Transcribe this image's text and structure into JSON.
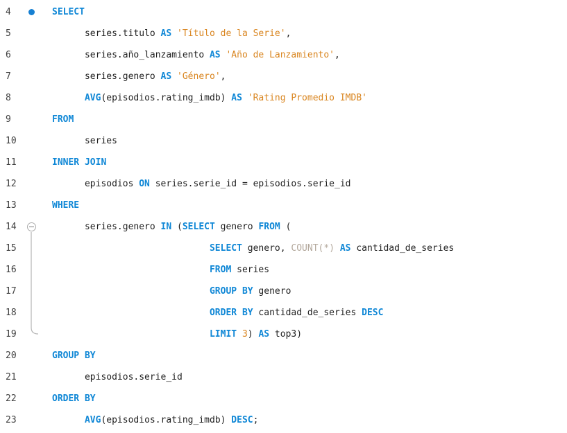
{
  "editor": {
    "app_context": "sql-code-editor",
    "colors": {
      "keyword": "#0f87d6",
      "string": "#d9851f",
      "number": "#d9851f",
      "function": "#b3a89c",
      "text": "#1f1f1f",
      "line_number": "#3f3f3f",
      "statement_dot": "#1780d2",
      "fold_line": "#b4b4b4"
    },
    "markers": {
      "statement_line": "4",
      "fold_start_line": "14",
      "fold_end_line": "19"
    },
    "lines": [
      {
        "no": "4",
        "marker": "dot",
        "tokens": [
          [
            "SELECT",
            "kw"
          ]
        ]
      },
      {
        "no": "5",
        "marker": "",
        "tokens": [
          [
            "      series.titulo ",
            "id"
          ],
          [
            "AS",
            "kw"
          ],
          [
            " ",
            "id"
          ],
          [
            "'Título de la Serie'",
            "str"
          ],
          [
            ",",
            "id"
          ]
        ]
      },
      {
        "no": "6",
        "marker": "",
        "tokens": [
          [
            "      series.año_lanzamiento ",
            "id"
          ],
          [
            "AS",
            "kw"
          ],
          [
            " ",
            "id"
          ],
          [
            "'Año de Lanzamiento'",
            "str"
          ],
          [
            ",",
            "id"
          ]
        ]
      },
      {
        "no": "7",
        "marker": "",
        "tokens": [
          [
            "      series.genero ",
            "id"
          ],
          [
            "AS",
            "kw"
          ],
          [
            " ",
            "id"
          ],
          [
            "'Género'",
            "str"
          ],
          [
            ",",
            "id"
          ]
        ]
      },
      {
        "no": "8",
        "marker": "",
        "tokens": [
          [
            "      ",
            "id"
          ],
          [
            "AVG",
            "kw"
          ],
          [
            "(episodios.rating_imdb) ",
            "id"
          ],
          [
            "AS",
            "kw"
          ],
          [
            " ",
            "id"
          ],
          [
            "'Rating Promedio IMDB'",
            "str"
          ]
        ]
      },
      {
        "no": "9",
        "marker": "",
        "tokens": [
          [
            "FROM",
            "kw"
          ]
        ]
      },
      {
        "no": "10",
        "marker": "",
        "tokens": [
          [
            "      series",
            "id"
          ]
        ]
      },
      {
        "no": "11",
        "marker": "",
        "tokens": [
          [
            "INNER JOIN",
            "kw"
          ]
        ]
      },
      {
        "no": "12",
        "marker": "",
        "tokens": [
          [
            "      episodios ",
            "id"
          ],
          [
            "ON",
            "kw"
          ],
          [
            " series.serie_id = episodios.serie_id",
            "id"
          ]
        ]
      },
      {
        "no": "13",
        "marker": "",
        "tokens": [
          [
            "WHERE",
            "kw"
          ]
        ]
      },
      {
        "no": "14",
        "marker": "fold",
        "tokens": [
          [
            "      series.genero ",
            "id"
          ],
          [
            "IN",
            "kw"
          ],
          [
            " (",
            "id"
          ],
          [
            "SELECT",
            "kw"
          ],
          [
            " genero ",
            "id"
          ],
          [
            "FROM",
            "kw"
          ],
          [
            " (",
            "id"
          ]
        ]
      },
      {
        "no": "15",
        "marker": "",
        "tokens": [
          [
            "                             ",
            "id"
          ],
          [
            "SELECT",
            "kw"
          ],
          [
            " genero, ",
            "id"
          ],
          [
            "COUNT(*)",
            "fn"
          ],
          [
            " ",
            "id"
          ],
          [
            "AS",
            "kw"
          ],
          [
            " cantidad_de_series",
            "id"
          ]
        ]
      },
      {
        "no": "16",
        "marker": "",
        "tokens": [
          [
            "                             ",
            "id"
          ],
          [
            "FROM",
            "kw"
          ],
          [
            " series",
            "id"
          ]
        ]
      },
      {
        "no": "17",
        "marker": "",
        "tokens": [
          [
            "                             ",
            "id"
          ],
          [
            "GROUP BY",
            "kw"
          ],
          [
            " genero",
            "id"
          ]
        ]
      },
      {
        "no": "18",
        "marker": "",
        "tokens": [
          [
            "                             ",
            "id"
          ],
          [
            "ORDER BY",
            "kw"
          ],
          [
            " cantidad_de_series ",
            "id"
          ],
          [
            "DESC",
            "kw"
          ]
        ]
      },
      {
        "no": "19",
        "marker": "",
        "tokens": [
          [
            "                             ",
            "id"
          ],
          [
            "LIMIT",
            "kw"
          ],
          [
            " ",
            "id"
          ],
          [
            "3",
            "num"
          ],
          [
            ") ",
            "id"
          ],
          [
            "AS",
            "kw"
          ],
          [
            " top3)",
            "id"
          ]
        ]
      },
      {
        "no": "20",
        "marker": "",
        "tokens": [
          [
            "GROUP BY",
            "kw"
          ]
        ]
      },
      {
        "no": "21",
        "marker": "",
        "tokens": [
          [
            "      episodios.serie_id",
            "id"
          ]
        ]
      },
      {
        "no": "22",
        "marker": "",
        "tokens": [
          [
            "ORDER BY",
            "kw"
          ]
        ]
      },
      {
        "no": "23",
        "marker": "",
        "tokens": [
          [
            "      ",
            "id"
          ],
          [
            "AVG",
            "kw"
          ],
          [
            "(episodios.rating_imdb) ",
            "id"
          ],
          [
            "DESC",
            "kw"
          ],
          [
            ";",
            "id"
          ]
        ]
      }
    ]
  }
}
